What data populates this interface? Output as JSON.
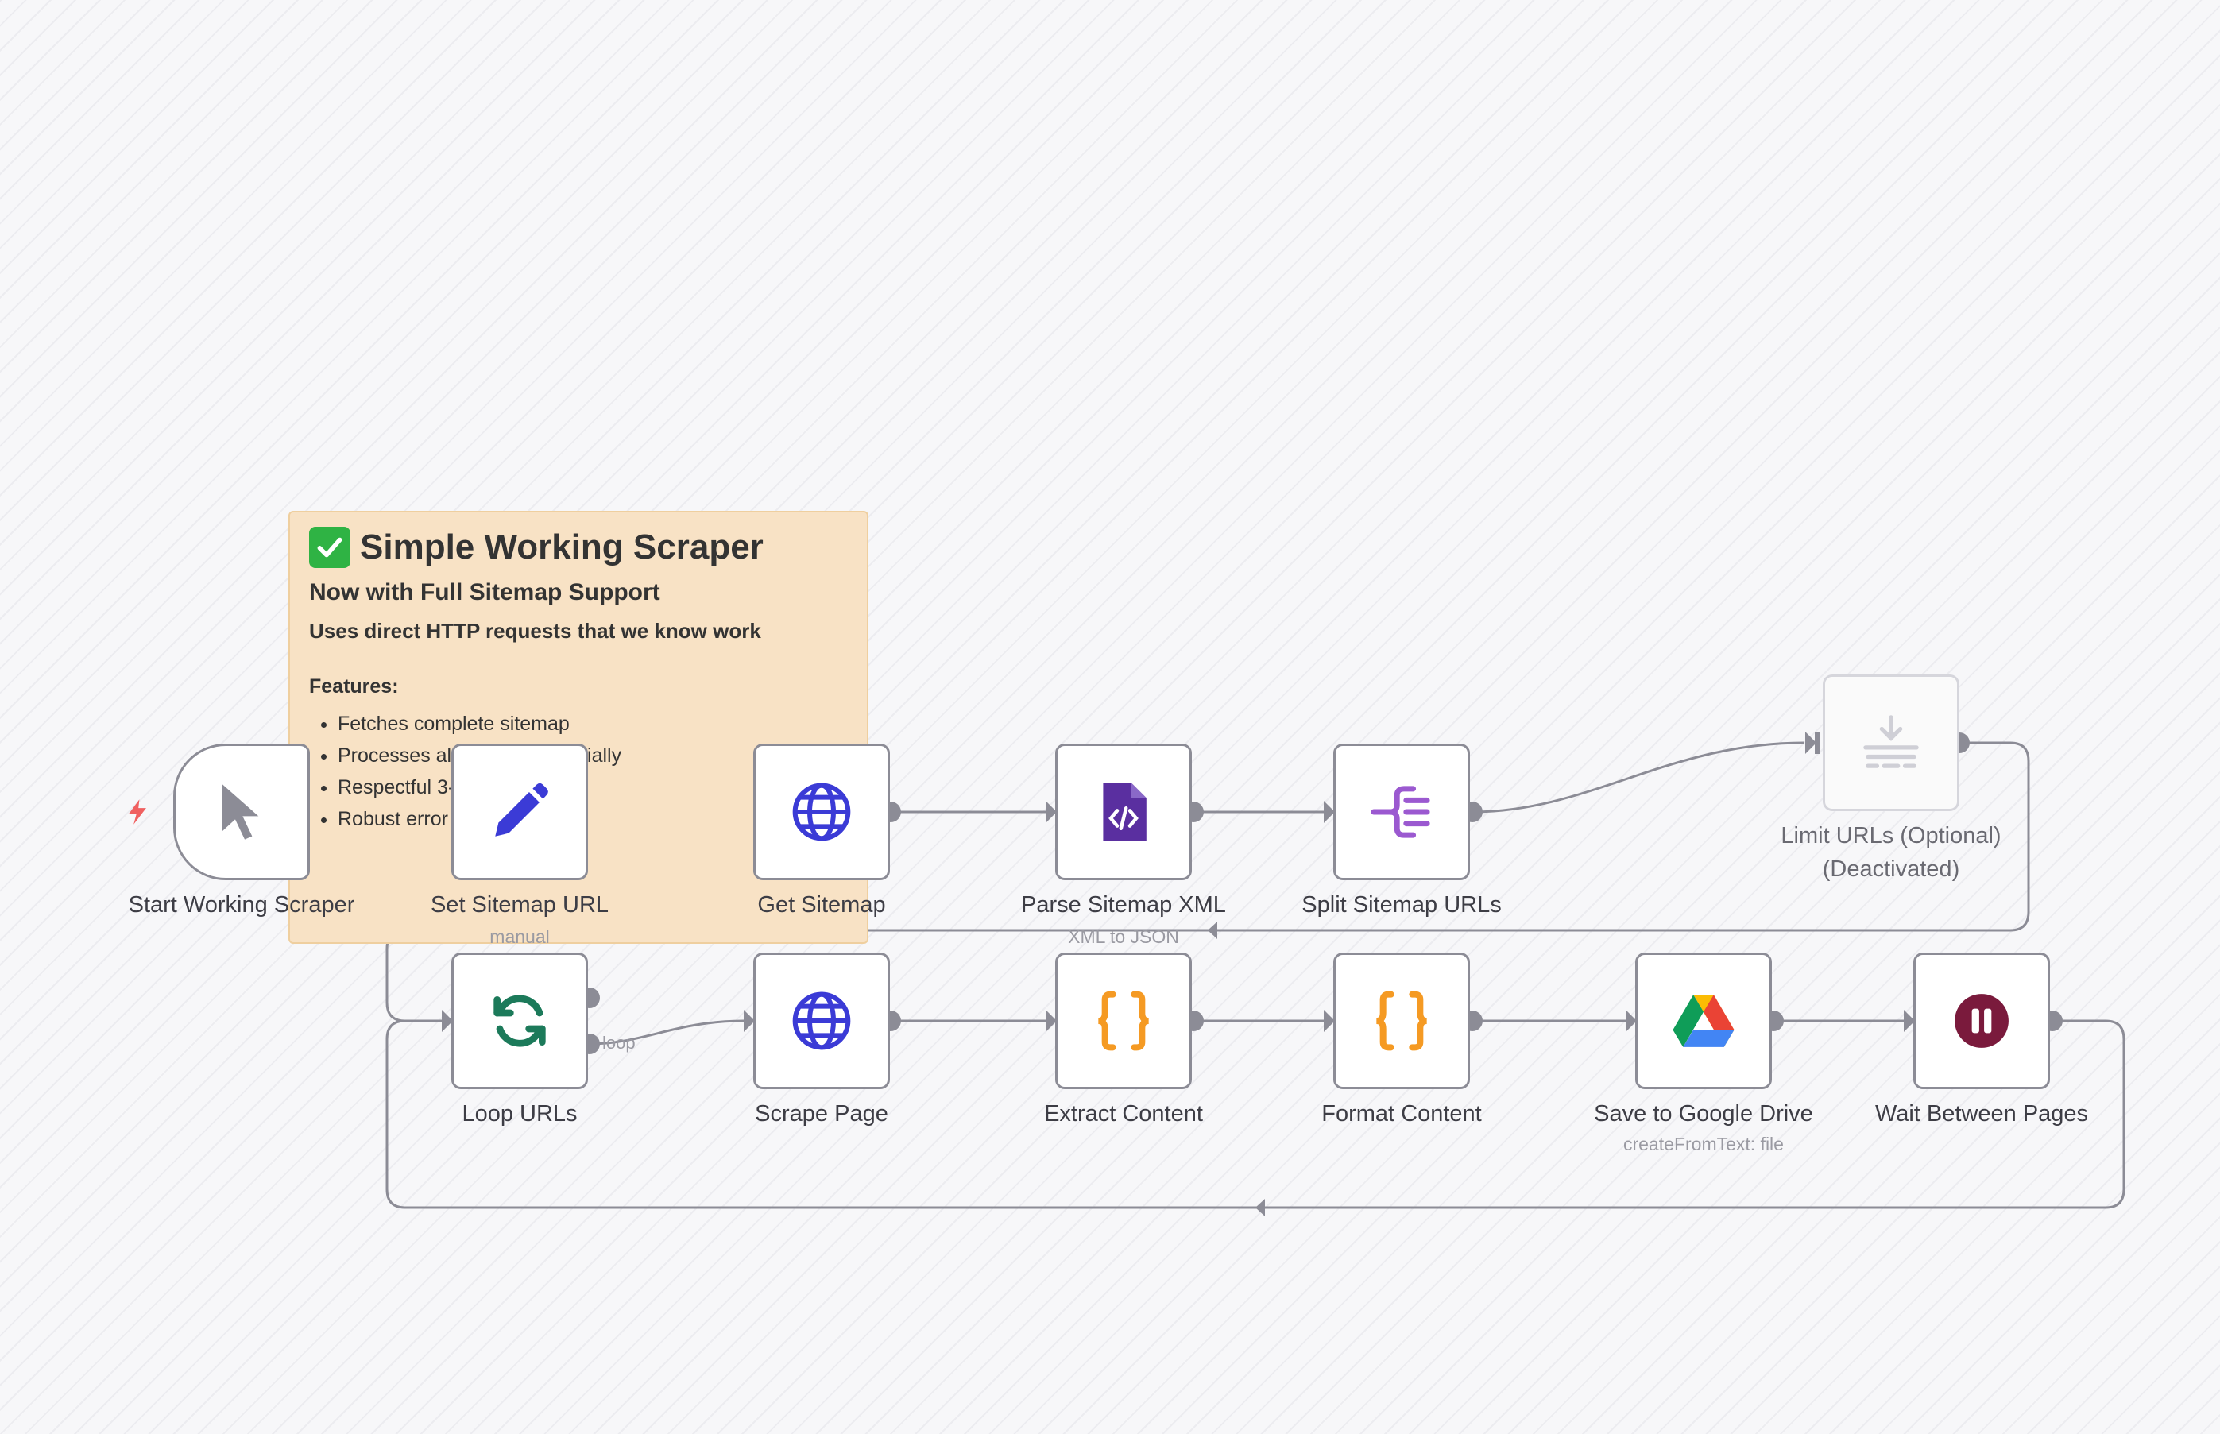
{
  "sticky": {
    "title": "Simple Working Scraper",
    "subtitle": "Now with Full Sitemap Support",
    "subtitle2": "Uses direct HTTP requests that we know work",
    "features_heading": "Features:",
    "features": [
      "Fetches complete sitemap",
      "Processes all URLs sequentially",
      "Respectful 3-second delays",
      "Robust error handling"
    ]
  },
  "nodes": {
    "start": {
      "label": "Start Working Scraper",
      "icon": "cursor-icon"
    },
    "set_sitemap": {
      "label": "Set Sitemap URL",
      "subtitle": "manual",
      "icon": "pencil-icon"
    },
    "get_sitemap": {
      "label": "Get Sitemap",
      "icon": "globe-icon"
    },
    "parse_xml": {
      "label": "Parse Sitemap XML",
      "subtitle": "XML to JSON",
      "icon": "code-file-icon"
    },
    "split_urls": {
      "label": "Split Sitemap URLs",
      "icon": "split-icon"
    },
    "limit_urls": {
      "label_line1": "Limit URLs (Optional)",
      "label_line2": "(Deactivated)",
      "icon": "limit-icon"
    },
    "loop_urls": {
      "label": "Loop URLs",
      "icon": "refresh-icon"
    },
    "scrape_page": {
      "label": "Scrape Page",
      "icon": "globe-icon"
    },
    "extract_content": {
      "label": "Extract Content",
      "icon": "braces-icon"
    },
    "format_content": {
      "label": "Format Content",
      "icon": "braces-icon"
    },
    "save_drive": {
      "label": "Save to Google Drive",
      "subtitle": "createFromText: file",
      "icon": "google-drive-icon"
    },
    "wait_pages": {
      "label": "Wait Between Pages",
      "icon": "pause-icon"
    }
  },
  "edges": {
    "loop_label": "loop"
  },
  "colors": {
    "edge": "#8c8c96",
    "globe": "#3b3bd6",
    "pencil": "#3b3bd6",
    "xml": "#5a2fa0",
    "split": "#9b59d0",
    "braces": "#f59a23",
    "refresh": "#1c7a5a",
    "pause": "#7a1a3c",
    "sticky": "#f8e2c5"
  }
}
